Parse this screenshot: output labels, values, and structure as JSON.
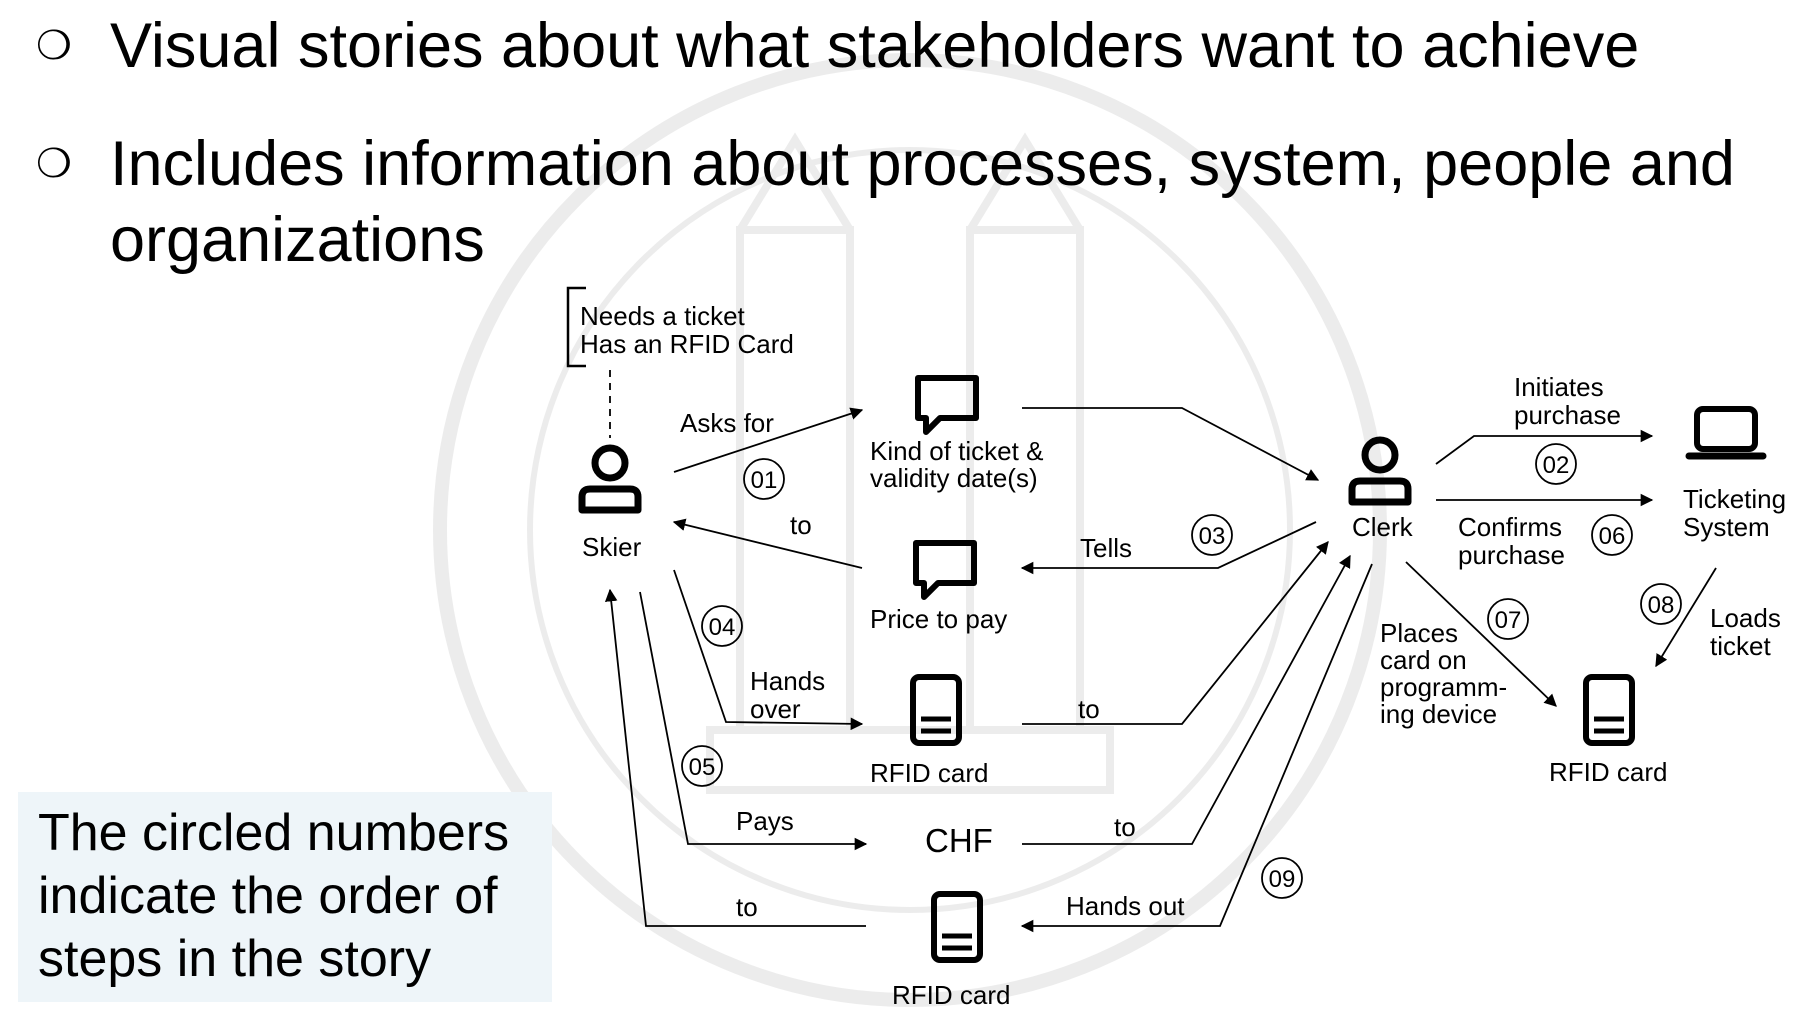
{
  "bullets": [
    {
      "marker": "❍",
      "text": "Visual stories about what stakeholders want to achieve"
    },
    {
      "marker": "❍",
      "text": "Includes information about processes, system, people and organizations"
    }
  ],
  "note": {
    "lines": [
      "The circled numbers",
      "indicate the order of",
      "steps in the story"
    ]
  },
  "diagram": {
    "skier_notes": [
      "Needs a ticket",
      "Has an RFID Card"
    ],
    "actors": {
      "skier": "Skier",
      "clerk": "Clerk",
      "system_lines": [
        "Ticketing",
        "System"
      ]
    },
    "artifacts": {
      "kind_of_ticket": [
        "Kind of ticket &",
        "validity date(s)"
      ],
      "price_to_pay": "Price to pay",
      "rfid_card_1": "RFID card",
      "chf": "CHF",
      "rfid_card_2": "RFID card",
      "rfid_card_3": "RFID card"
    },
    "labels": {
      "asks_for": "Asks for",
      "to_1": "to",
      "tells": "Tells",
      "hands_over": [
        "Hands",
        "over"
      ],
      "to_2": "to",
      "pays": "Pays",
      "to_3": "to",
      "to_4": "to",
      "hands_out": "Hands out",
      "initiates_purchase": [
        "Initiates",
        "purchase"
      ],
      "confirms_purchase": [
        "Confirms",
        "purchase"
      ],
      "places_card": [
        "Places",
        "card on",
        "programm-",
        "ing device"
      ],
      "loads_ticket": [
        "Loads",
        "ticket"
      ]
    },
    "steps": [
      "01",
      "02",
      "03",
      "04",
      "05",
      "06",
      "07",
      "08",
      "09"
    ]
  }
}
